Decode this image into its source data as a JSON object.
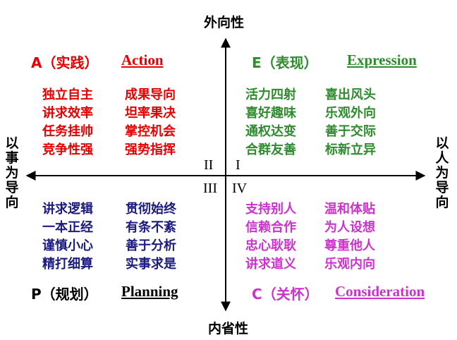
{
  "colors": {
    "action": "#e60000",
    "expression": "#2e8b2e",
    "planning": "#1a1a80",
    "consideration": "#cc33cc",
    "axis": "#000000"
  },
  "axes": {
    "top": "外向性",
    "bottom": "内省性",
    "left": "以事为导向",
    "right": "以人为导向"
  },
  "roman": {
    "q2": "II",
    "q1": "I",
    "q3": "III",
    "q4": "IV"
  },
  "quadrants": {
    "action": {
      "letter": "A",
      "cn": "（实践）",
      "en": "Action",
      "col1": [
        "独立自主",
        "讲求效率",
        "任务挂帅",
        "竞争性强"
      ],
      "col2": [
        "成果导向",
        "坦率果决",
        "掌控机会",
        "强势指挥"
      ]
    },
    "expression": {
      "letter": "E",
      "cn": "（表现）",
      "en": "Expression",
      "col1": [
        "活力四射",
        "喜好趣味",
        "通权达变",
        "合群友善"
      ],
      "col2": [
        "喜出风头",
        "乐观外向",
        "善于交际",
        "标新立异"
      ]
    },
    "planning": {
      "letter": "P",
      "cn": "（规划）",
      "en": "Planning",
      "col1": [
        "讲求逻辑",
        "一本正经",
        "谨慎小心",
        "精打细算"
      ],
      "col2": [
        "贯彻始终",
        "有条不紊",
        "善于分析",
        "实事求是"
      ]
    },
    "consideration": {
      "letter": "C",
      "cn": "（关怀）",
      "en": "Consideration",
      "col1": [
        "支持别人",
        "信赖合作",
        "忠心耿耿",
        "讲求道义"
      ],
      "col2": [
        "温和体贴",
        "为人设想",
        "尊重他人",
        "乐观内向"
      ]
    }
  }
}
